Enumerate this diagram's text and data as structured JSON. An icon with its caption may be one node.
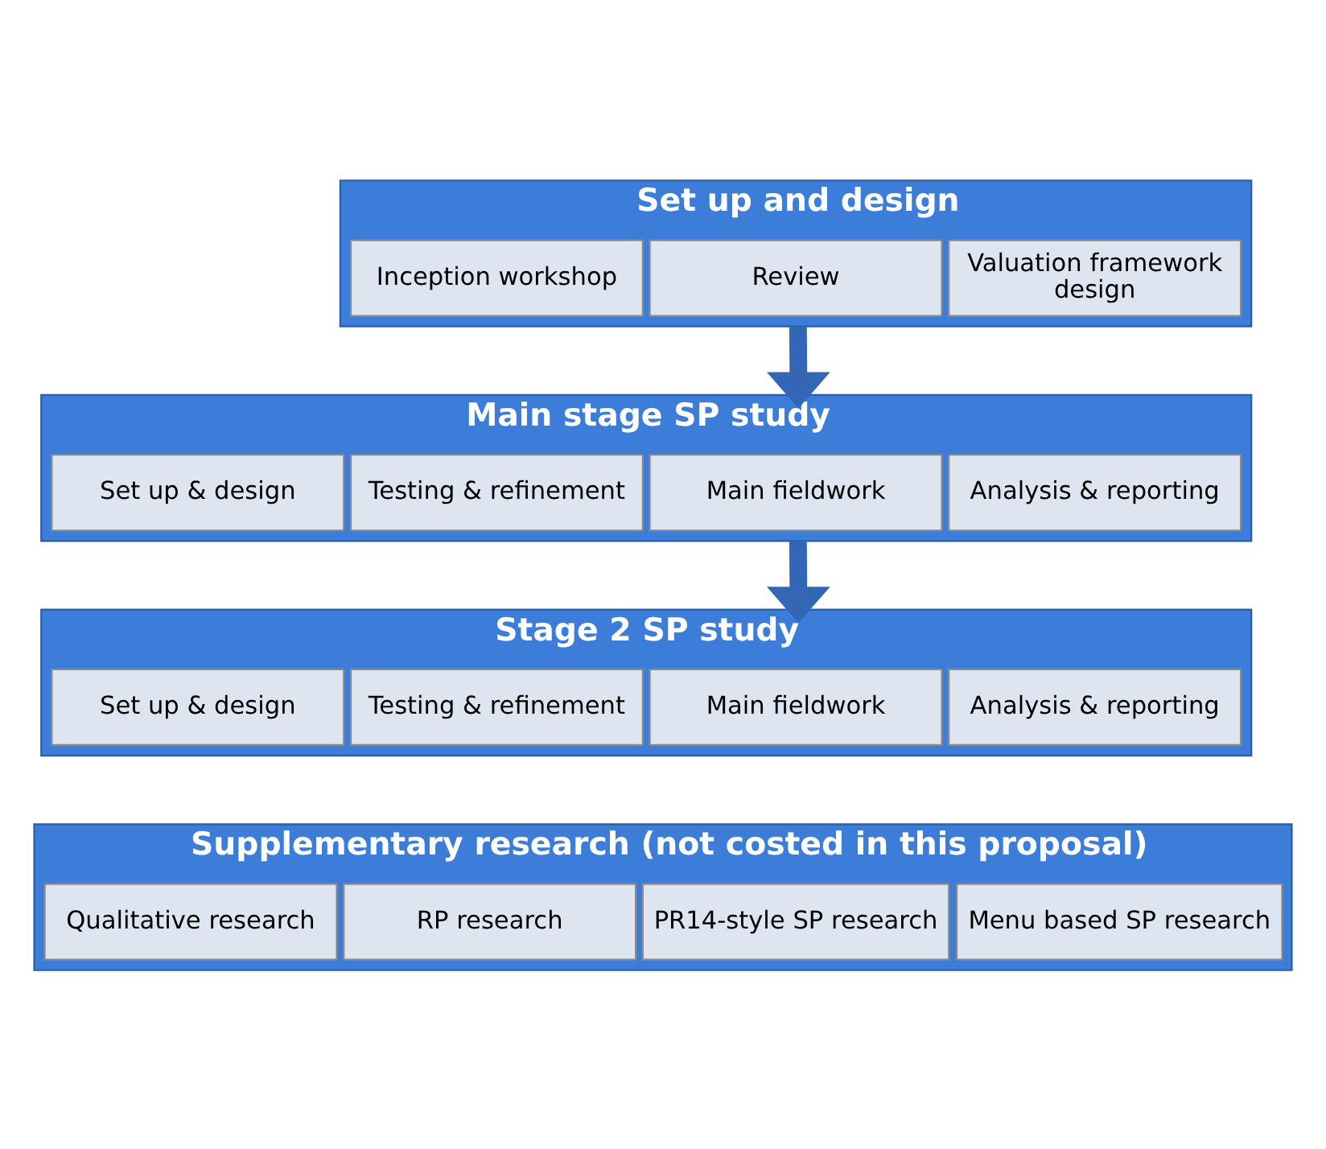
{
  "diagram": {
    "nodes": [
      {
        "text": [
          "Set up and design"
        ]
      },
      {
        "text": [
          "Inception workshop"
        ],
        "in": 0
      },
      {
        "text": [
          "Review"
        ],
        "in": 0
      },
      {
        "text": [
          "Valuation framework design"
        ],
        "in": 0
      },
      {
        "text": [
          "Main stage SP study"
        ]
      },
      {
        "text": [
          "Set up & design"
        ],
        "in": 4
      },
      {
        "text": [
          "Testing & refinement"
        ],
        "in": 4
      },
      {
        "text": [
          "Main fieldwork"
        ],
        "in": 4
      },
      {
        "text": [
          "Analysis & reporting"
        ],
        "in": 4
      },
      {
        "text": [
          "Stage 2 SP study"
        ]
      },
      {
        "text": [
          "Set up & design"
        ],
        "in": 9
      },
      {
        "text": [
          "Testing & refinement"
        ],
        "in": 9
      },
      {
        "text": [
          "Main fieldwork"
        ],
        "in": 9
      },
      {
        "text": [
          "Analysis & reporting"
        ],
        "in": 9
      },
      {
        "text": [
          "Supplementary research (not costed in this proposal)"
        ]
      },
      {
        "text": [
          "Qualitative research"
        ],
        "in": 14
      },
      {
        "text": [
          "RP research"
        ],
        "in": 14
      },
      {
        "text": [
          "PR14-style SP research"
        ],
        "in": 14
      },
      {
        "text": [
          "Menu based SP research"
        ],
        "in": 14
      }
    ],
    "edges": [
      {
        "from": 0,
        "to": 4,
        "arrow": "to"
      },
      {
        "from": 4,
        "to": 9,
        "arrow": "to"
      }
    ]
  }
}
